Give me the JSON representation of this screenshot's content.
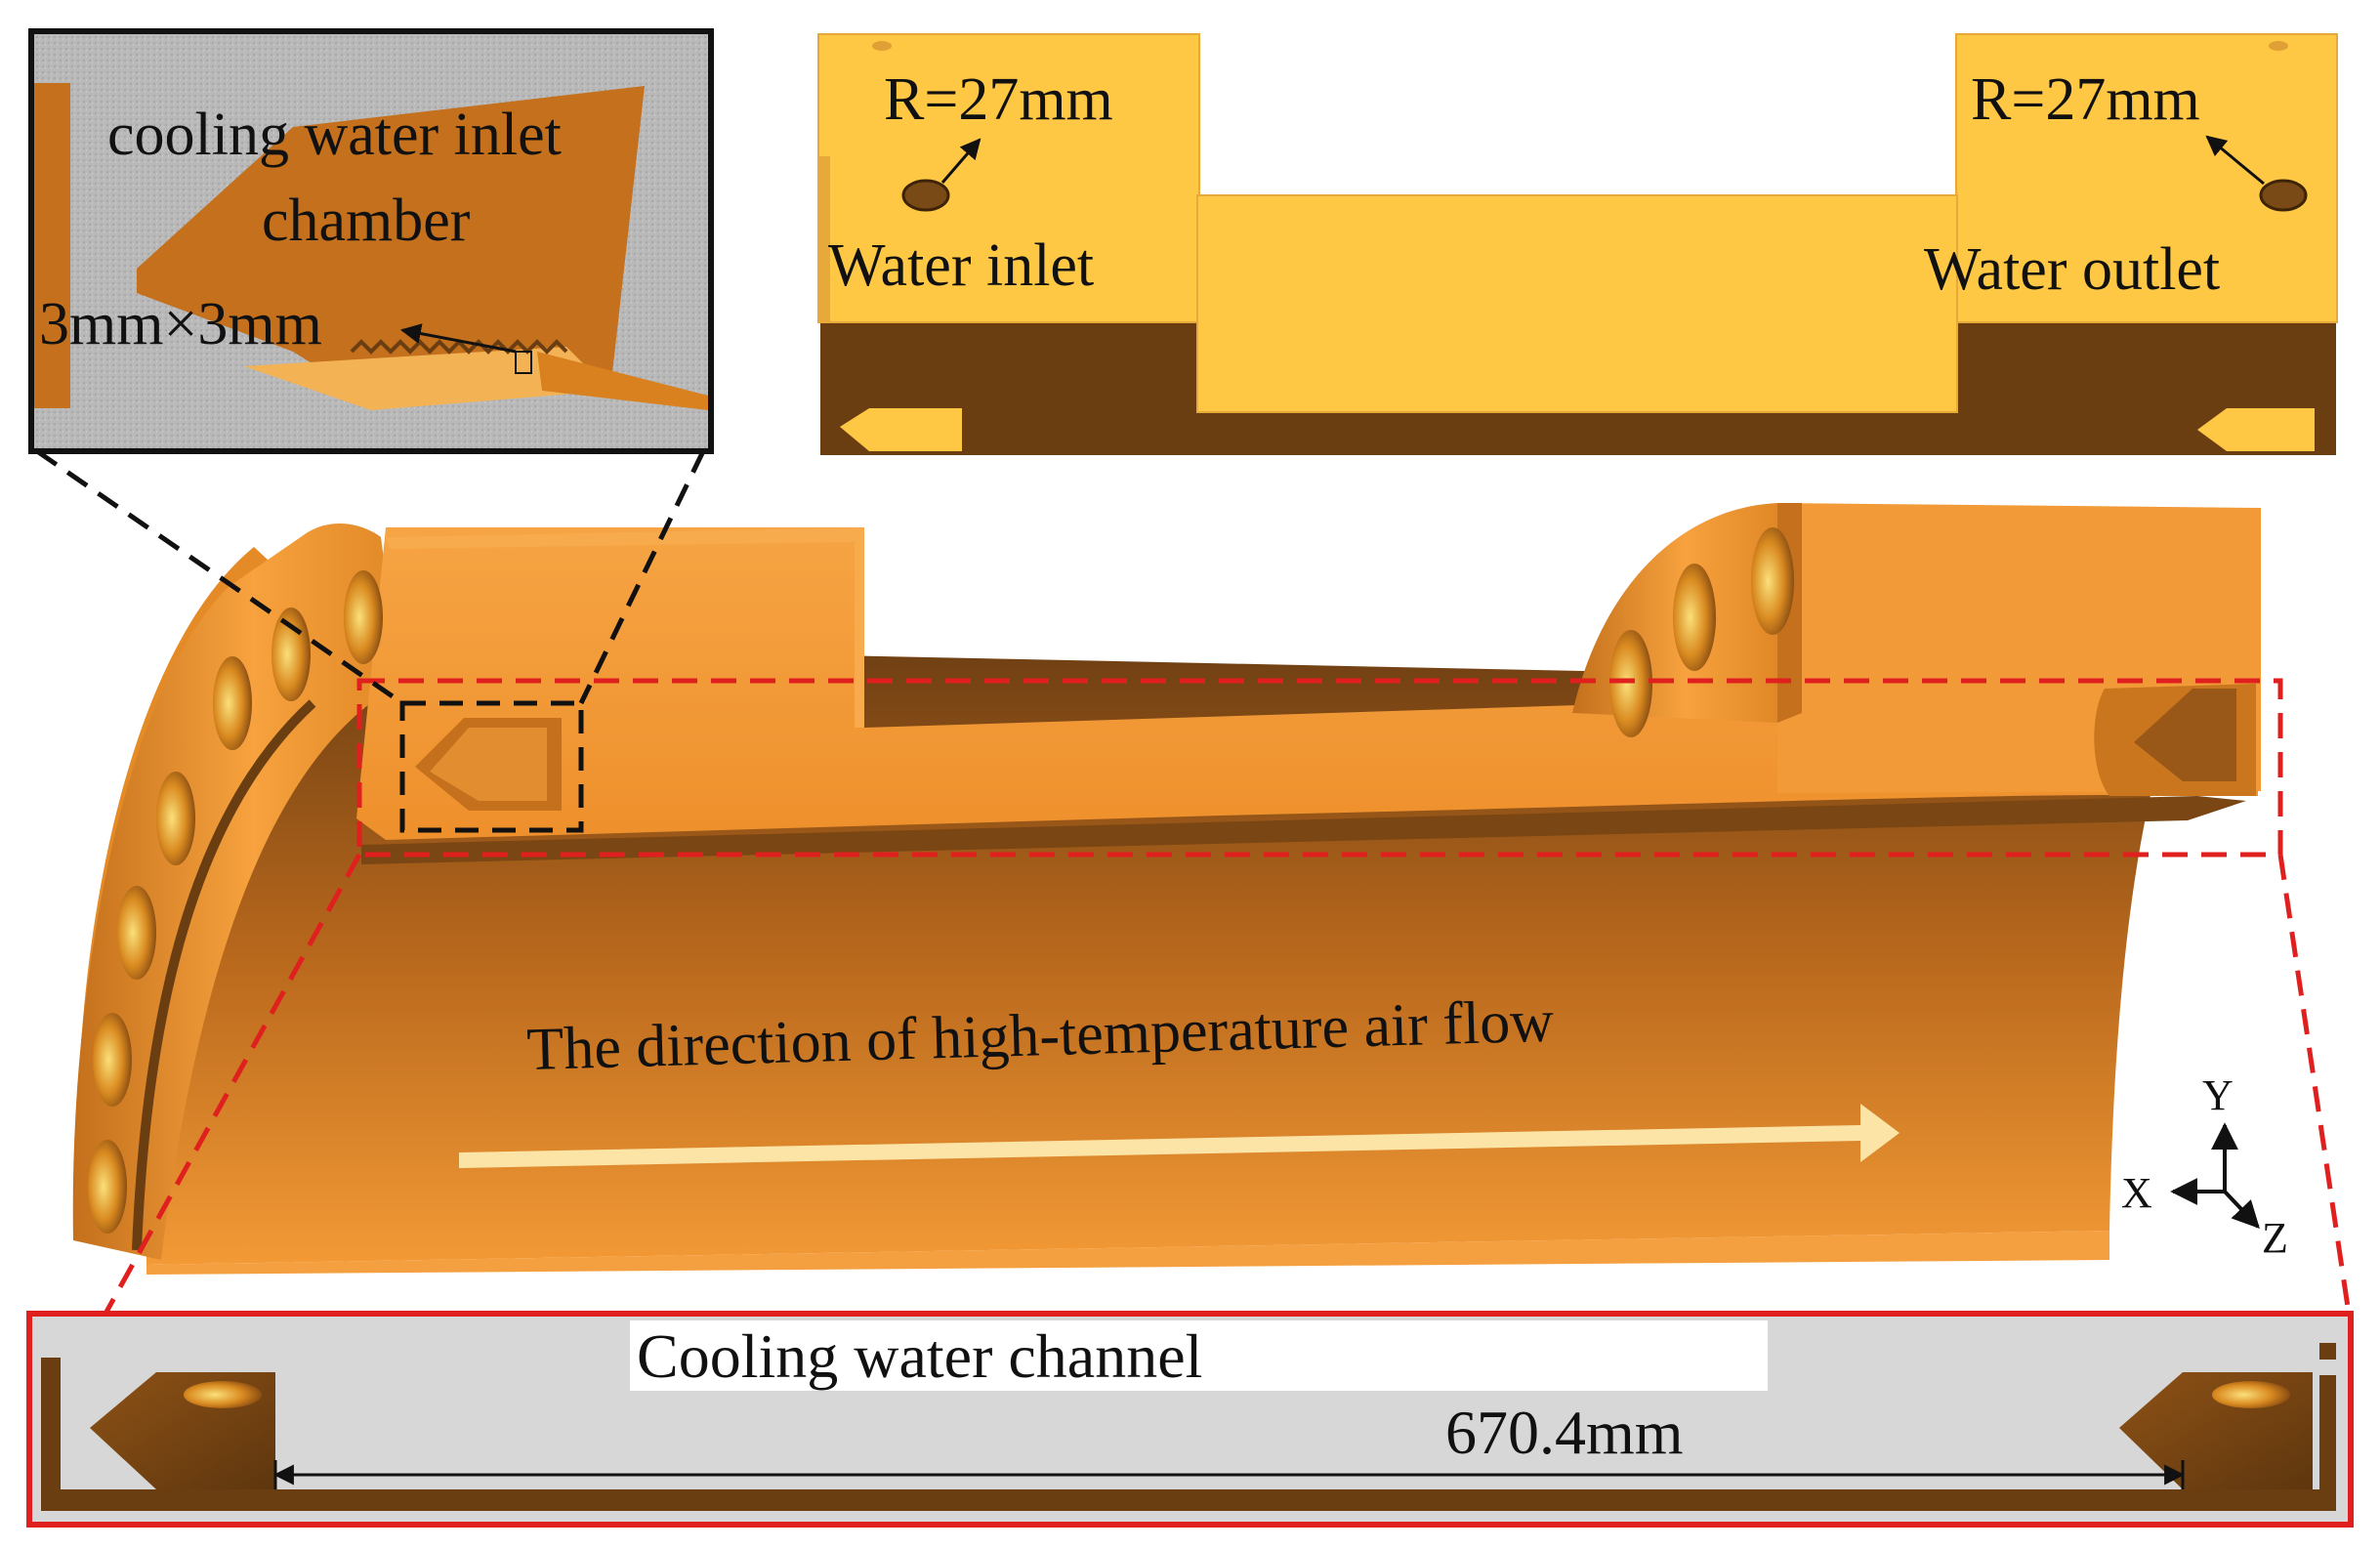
{
  "inset": {
    "inlet_chamber_line1": "cooling water inlet",
    "inlet_chamber_line2": "chamber",
    "groove_size": "3mm×3mm"
  },
  "top_view": {
    "inlet_radius": "R=27mm",
    "outlet_radius": "R=27mm",
    "inlet_label": "Water inlet",
    "outlet_label": "Water outlet"
  },
  "main_view": {
    "flow_label": "The direction of high-temperature air flow"
  },
  "axes": {
    "y": "Y",
    "x": "X",
    "z": "Z"
  },
  "channel_view": {
    "title": "Cooling water channel",
    "length": "670.4mm"
  },
  "colors": {
    "copper_light": "#f59a35",
    "copper_mid": "#d9801f",
    "copper_dark": "#6b3e12",
    "top_view_yellow": "#fec845",
    "highlight_red": "#e0201e",
    "zoom_black": "#111111",
    "flow_arrow": "#fce4a6",
    "inset_gray": "#b9b9b9",
    "channel_gray": "#d7d7d7"
  }
}
